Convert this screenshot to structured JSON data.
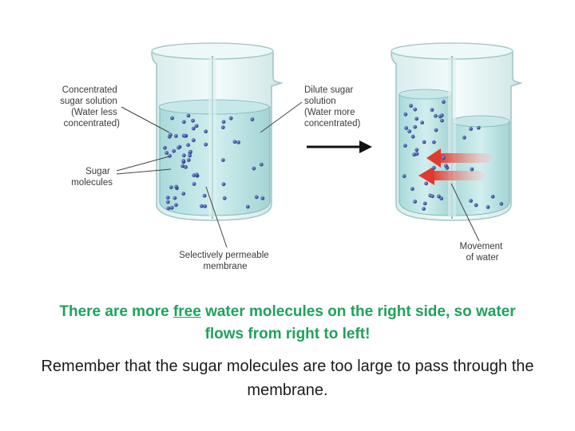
{
  "labels": {
    "concentrated": [
      "Concentrated",
      "sugar solution",
      "(Water less",
      "concentrated)"
    ],
    "sugar": [
      "Sugar",
      "molecules"
    ],
    "membrane": [
      "Selectively permeable",
      "membrane"
    ],
    "dilute": [
      "Dilute sugar",
      "solution",
      "(Water more",
      "concentrated)"
    ],
    "movement": [
      "Movement",
      "of water"
    ]
  },
  "caption": {
    "line1_a": "There are more ",
    "line1_u": "free",
    "line1_b": " water molecules on the right side, so water",
    "line2": "flows from right to left!"
  },
  "note": "Remember that the sugar molecules are too large to pass through the membrane.",
  "colors": {
    "caption_green": "#1fa25a",
    "water": "#bfe6e6",
    "arrow_red": "#e03a2e",
    "molecule": "#2c3d8f"
  }
}
